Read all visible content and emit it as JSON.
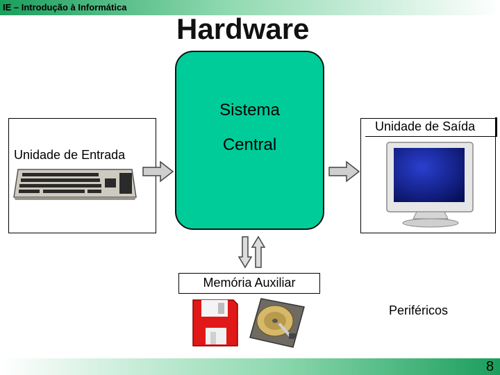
{
  "header": {
    "course_title": "IE – Introdução à Informática"
  },
  "slide": {
    "title": "Hardware"
  },
  "diagram": {
    "central": {
      "line1": "Sistema",
      "line2": "Central"
    },
    "input_unit": "Unidade de Entrada",
    "output_unit": "Unidade de Saída",
    "aux_memory": "Memória Auxiliar",
    "peripherals": "Periféricos"
  },
  "footer": {
    "page_number": "8"
  },
  "colors": {
    "central_fill": "#00cc99",
    "band_green": "#1a9e5c"
  },
  "icons": [
    "keyboard-icon",
    "monitor-icon",
    "floppy-disk-icon",
    "hard-drive-icon"
  ]
}
